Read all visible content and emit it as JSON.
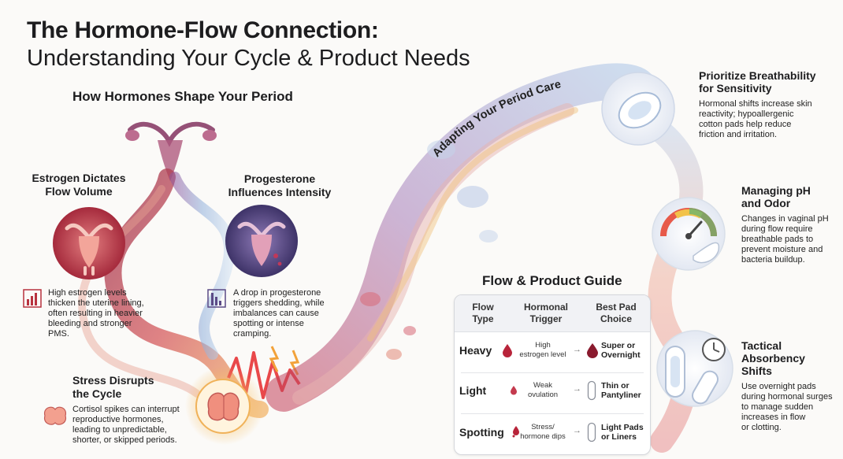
{
  "title": {
    "line1": "The Hormone-Flow Connection:",
    "line2": "Understanding Your Cycle & Product Needs"
  },
  "left_heading": "How Hormones Shape Your Period",
  "arc_label": "Adapting Your Period Care",
  "estrogen": {
    "title_line1": "Estrogen Dictates",
    "title_line2": "Flow Volume",
    "body": [
      "High estrogen levels",
      "thicken the uterine lining,",
      "often resulting in heavier",
      "bleeding and stronger",
      "PMS."
    ]
  },
  "progesterone": {
    "title_line1": "Progesterone",
    "title_line2": "Influences Intensity",
    "body": [
      "A drop in progesterone",
      "triggers shedding, while",
      "imbalances can cause",
      "spotting or intense",
      "cramping."
    ]
  },
  "stress": {
    "title_line1": "Stress Disrupts",
    "title_line2": "the Cycle",
    "body": [
      "Cortisol spikes can interrupt",
      "reproductive hormones,",
      "leading to unpredictable,",
      "shorter, or skipped periods."
    ]
  },
  "right_items": [
    {
      "title": [
        "Prioritize Breathability",
        "for Sensitivity"
      ],
      "body": [
        "Hormonal shifts increase skin",
        "reactivity; hypoallergenic",
        "cotton pads help reduce",
        "friction and irritation."
      ],
      "icon": "pad-icon"
    },
    {
      "title": [
        "Managing pH",
        "and Odor"
      ],
      "body": [
        "Changes in vaginal pH",
        "during flow require",
        "breathable pads to",
        "prevent moisture and",
        "bacteria buildup."
      ],
      "icon": "ph-gauge-icon"
    },
    {
      "title": [
        "Tactical",
        "Absorbency",
        "Shifts"
      ],
      "body": [
        "Use overnight pads",
        "during hormonal surges",
        "to manage sudden",
        "increases in flow",
        "or clotting."
      ],
      "icon": "pads-clock-icon"
    }
  ],
  "guide": {
    "title": "Flow & Product Guide",
    "headers": [
      [
        "Flow",
        "Type"
      ],
      [
        "Hormonal",
        "Trigger"
      ],
      [
        "Best Pad",
        "Choice"
      ]
    ],
    "rows": [
      {
        "flow": "Heavy",
        "trigger": [
          "High",
          "estrogen level"
        ],
        "pad": [
          "Super or",
          "Overnight"
        ]
      },
      {
        "flow": "Light",
        "trigger": [
          "Weak",
          "ovulation"
        ],
        "pad": [
          "Thin or",
          "Pantyliner"
        ]
      },
      {
        "flow": "Spotting",
        "trigger": [
          "Stress/",
          "hormone dips"
        ],
        "pad": [
          "Light Pads",
          "or Liners"
        ]
      }
    ]
  },
  "colors": {
    "estrogen": "#b8323f",
    "progesterone": "#5b4a86",
    "flow_warm": "#c9455b",
    "flow_cool": "#7da0cf",
    "accent_orange": "#f0a23a"
  }
}
